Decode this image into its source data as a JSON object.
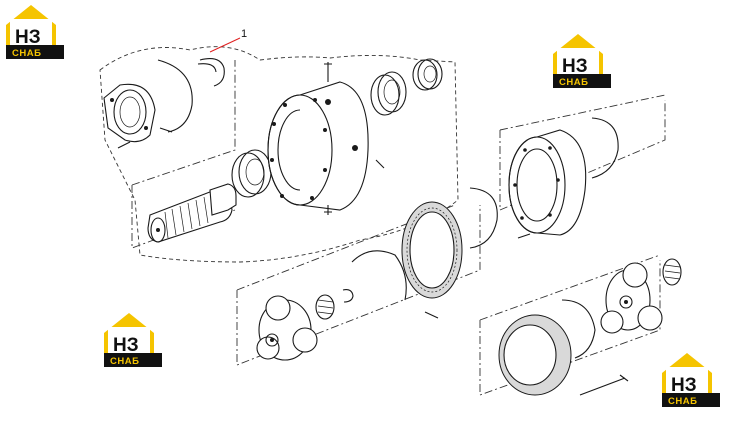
{
  "logo": {
    "brand_main": "НЗ",
    "brand_sub": "CHAБ",
    "accent_color": "#f5c400",
    "dark_color": "#111111"
  },
  "callouts": [
    {
      "label": "1"
    }
  ]
}
